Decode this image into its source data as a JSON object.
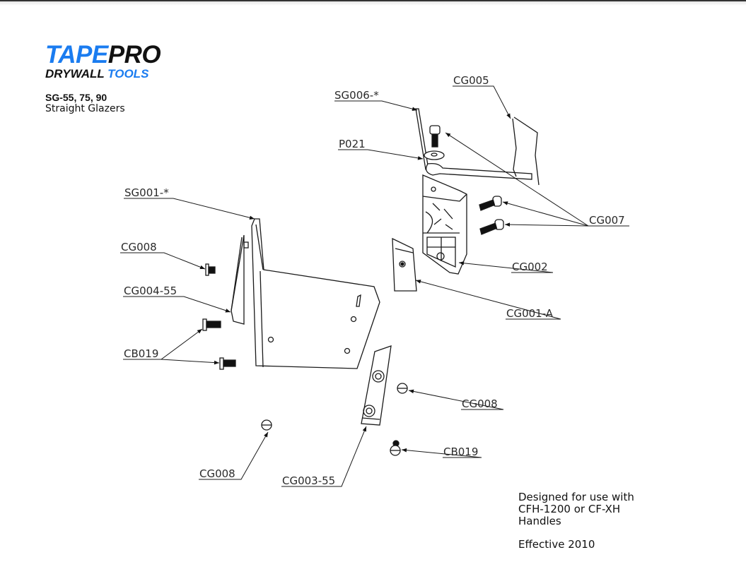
{
  "header": {
    "brand_part1": "TAPE",
    "brand_part2": "PRO",
    "tagline_part1": "DRYWALL ",
    "tagline_part2": "TOOLS",
    "model": "SG-55, 75, 90",
    "product_name": "Straight Glazers"
  },
  "colors": {
    "brand_blue": "#1a7cf0",
    "brand_black": "#111111",
    "line": "#1a1a1a"
  },
  "notes": {
    "line1": "Designed for use with",
    "line2": "CFH-1200 or CF-XH",
    "line3": "Handles",
    "effective": "Effective 2010"
  },
  "callouts": [
    {
      "id": "cg005",
      "label": "CG005"
    },
    {
      "id": "sg006",
      "label": "SG006-*"
    },
    {
      "id": "p021",
      "label": "P021"
    },
    {
      "id": "sg001",
      "label": "SG001-*"
    },
    {
      "id": "cg007",
      "label": "CG007"
    },
    {
      "id": "cg008-a",
      "label": "CG008"
    },
    {
      "id": "cg002",
      "label": "CG002"
    },
    {
      "id": "cg004",
      "label": "CG004-55"
    },
    {
      "id": "cg001a",
      "label": "CG001-A"
    },
    {
      "id": "cb019-a",
      "label": "CB019"
    },
    {
      "id": "cg008-b",
      "label": "CG008"
    },
    {
      "id": "cb019-b",
      "label": "CB019"
    },
    {
      "id": "cg008-c",
      "label": "CG008"
    },
    {
      "id": "cg003",
      "label": "CG003-55"
    }
  ]
}
